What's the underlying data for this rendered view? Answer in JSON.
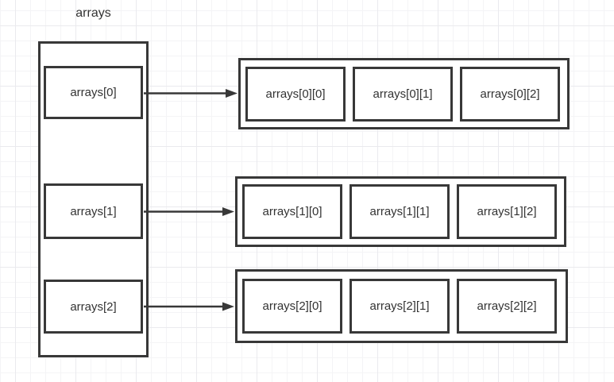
{
  "diagram": {
    "title": "arrays",
    "left_column": {
      "cells": [
        {
          "label": "arrays[0]"
        },
        {
          "label": "arrays[1]"
        },
        {
          "label": "arrays[2]"
        }
      ]
    },
    "rows": [
      {
        "cells": [
          {
            "label": "arrays[0][0]"
          },
          {
            "label": "arrays[0][1]"
          },
          {
            "label": "arrays[0][2]"
          }
        ]
      },
      {
        "cells": [
          {
            "label": "arrays[1][0]"
          },
          {
            "label": "arrays[1][1]"
          },
          {
            "label": "arrays[1][2]"
          }
        ]
      },
      {
        "cells": [
          {
            "label": "arrays[2][0]"
          },
          {
            "label": "arrays[2][1]"
          },
          {
            "label": "arrays[2][2]"
          }
        ]
      }
    ],
    "colors": {
      "stroke": "#383838",
      "text": "#333333",
      "canvas_background": "#ffffff",
      "grid_minor": "#f4f4f6",
      "grid_major": "#eaeaee"
    }
  }
}
